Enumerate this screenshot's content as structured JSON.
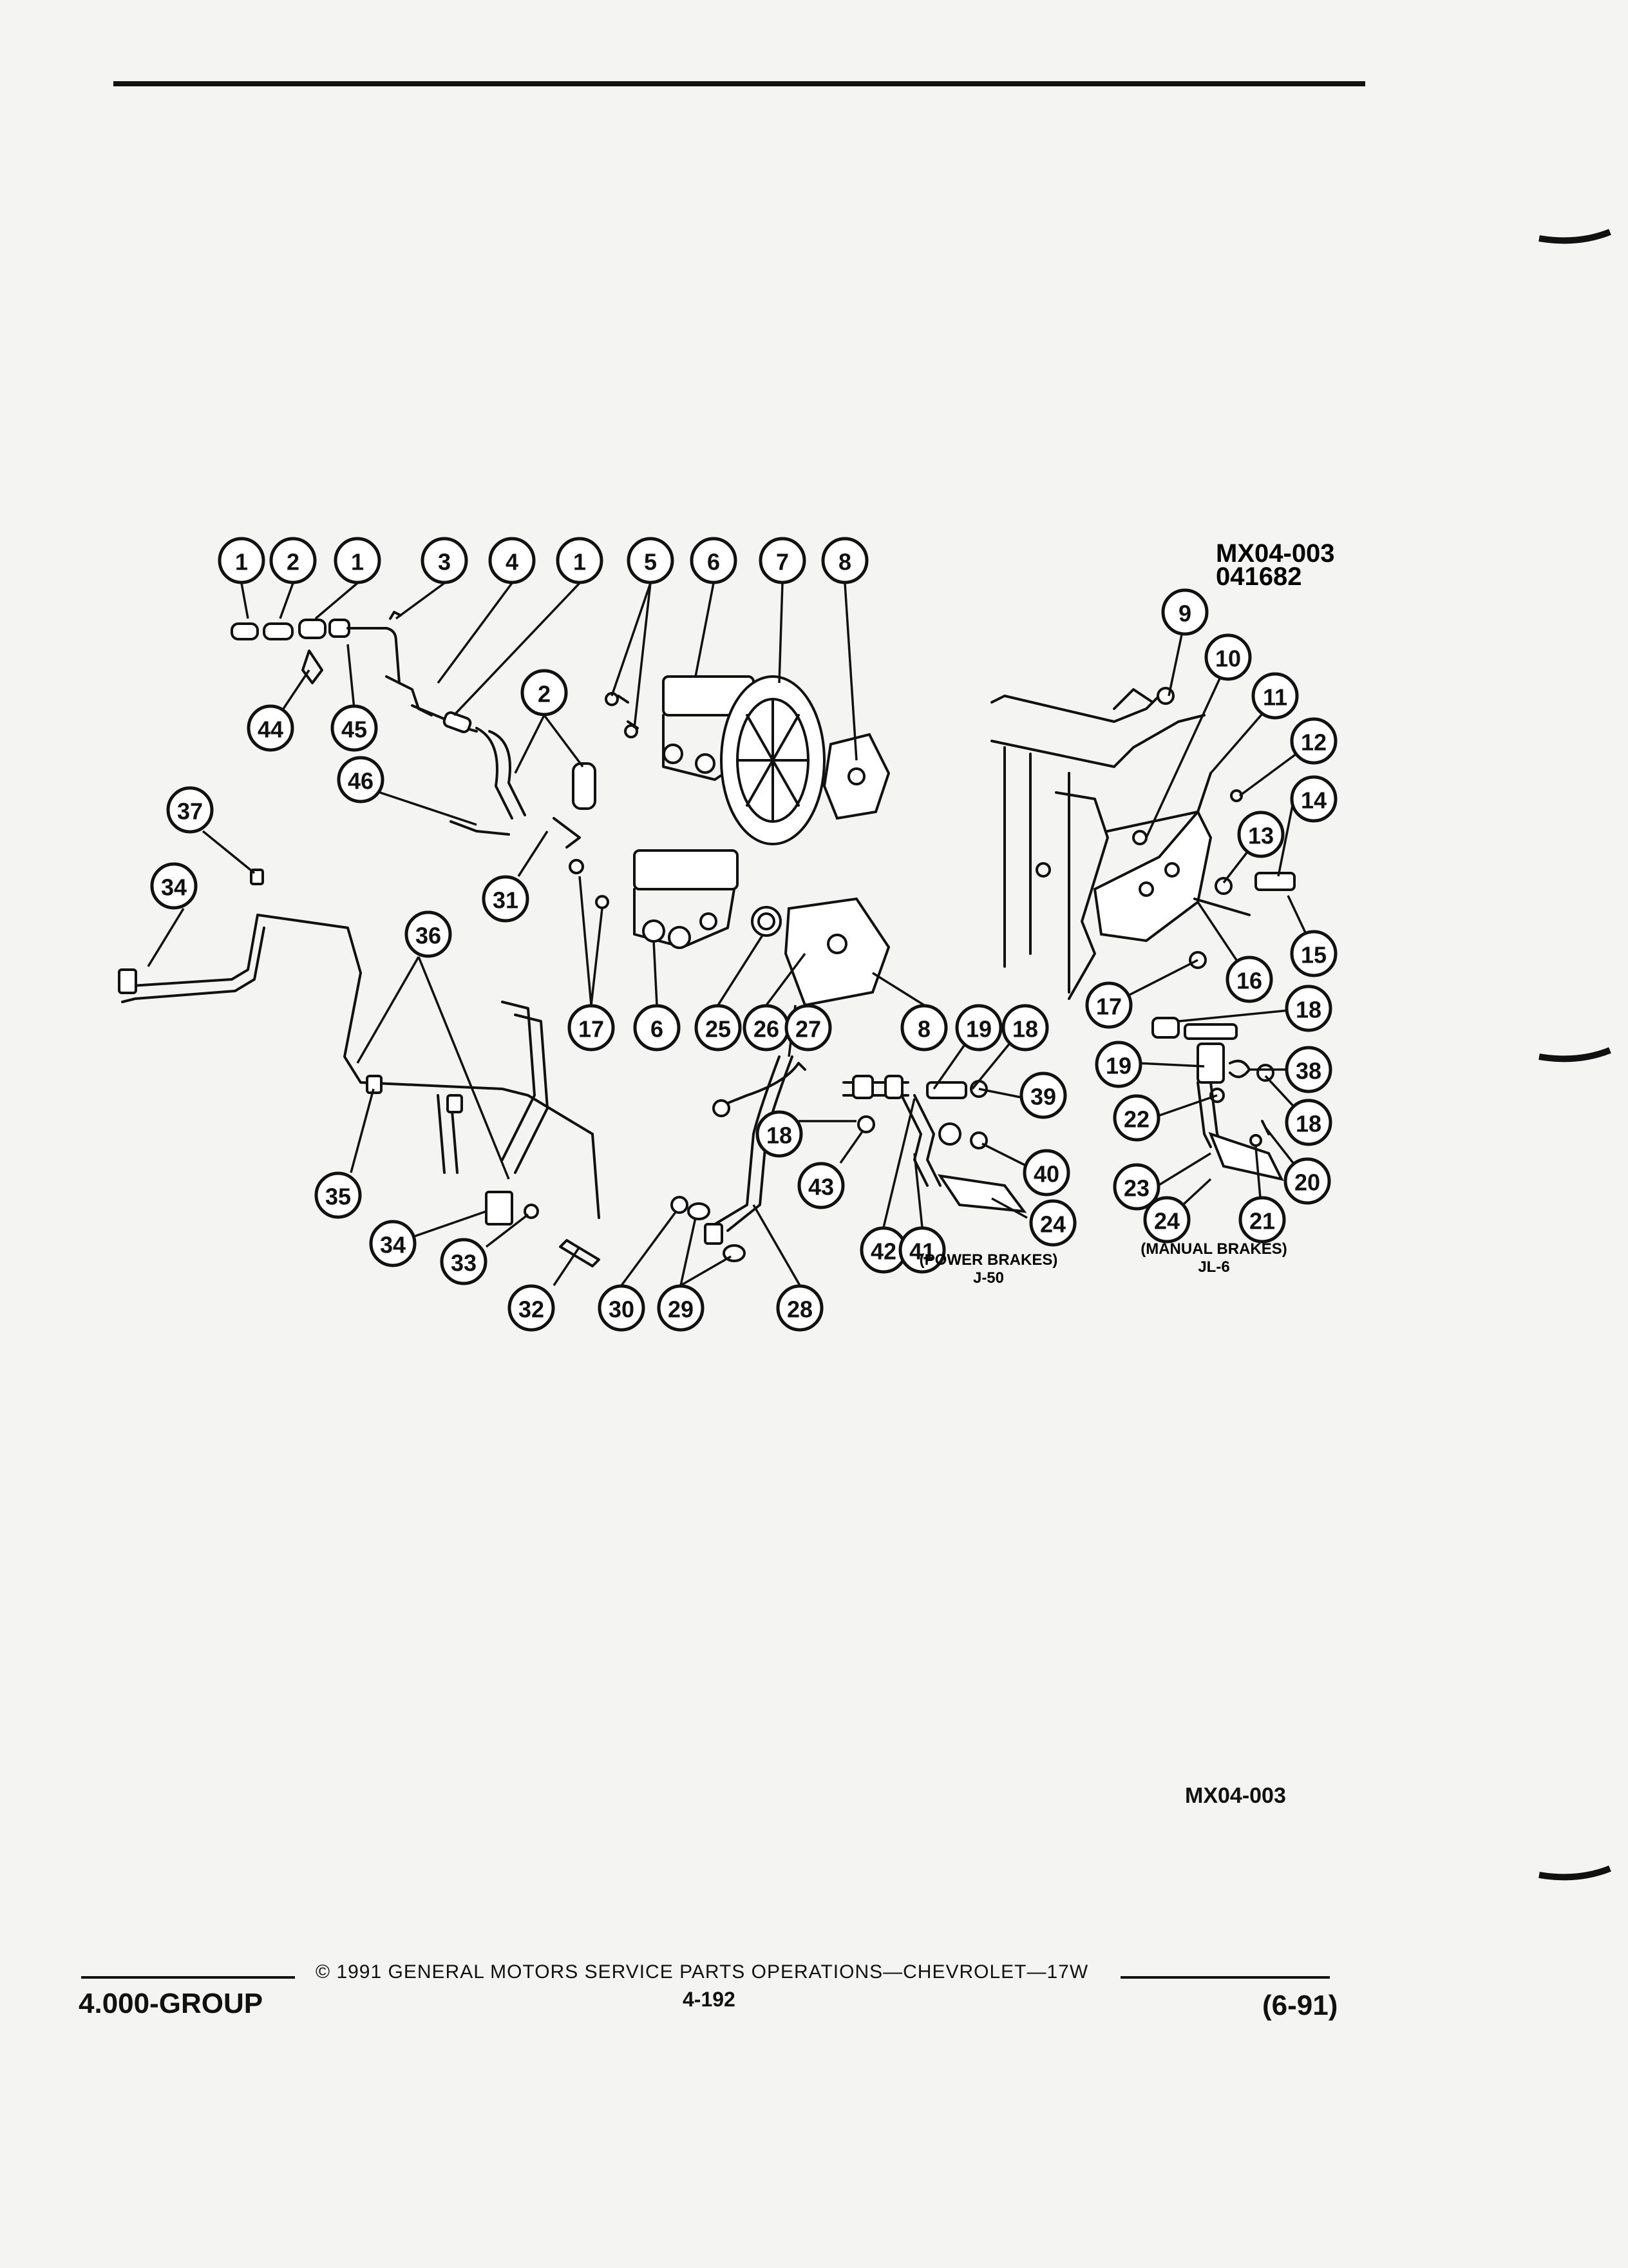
{
  "diagram": {
    "code_top": "MX04-003",
    "id_number": "041682",
    "code_bottom": "MX04-003",
    "captions": {
      "power": [
        "(POWER BRAKES)",
        "J-50"
      ],
      "manual": [
        "(MANUAL BRAKES)",
        "JL-6"
      ]
    },
    "callouts": [
      {
        "n": "1"
      },
      {
        "n": "2"
      },
      {
        "n": "1"
      },
      {
        "n": "3"
      },
      {
        "n": "4"
      },
      {
        "n": "1"
      },
      {
        "n": "5"
      },
      {
        "n": "6"
      },
      {
        "n": "7"
      },
      {
        "n": "8"
      },
      {
        "n": "44"
      },
      {
        "n": "45"
      },
      {
        "n": "2"
      },
      {
        "n": "46"
      },
      {
        "n": "37"
      },
      {
        "n": "34"
      },
      {
        "n": "31"
      },
      {
        "n": "36"
      },
      {
        "n": "17"
      },
      {
        "n": "6"
      },
      {
        "n": "25"
      },
      {
        "n": "26"
      },
      {
        "n": "27"
      },
      {
        "n": "8"
      },
      {
        "n": "19"
      },
      {
        "n": "18"
      },
      {
        "n": "35"
      },
      {
        "n": "34"
      },
      {
        "n": "33"
      },
      {
        "n": "32"
      },
      {
        "n": "30"
      },
      {
        "n": "29"
      },
      {
        "n": "28"
      },
      {
        "n": "18"
      },
      {
        "n": "43"
      },
      {
        "n": "42"
      },
      {
        "n": "41"
      },
      {
        "n": "39"
      },
      {
        "n": "40"
      },
      {
        "n": "24"
      },
      {
        "n": "9"
      },
      {
        "n": "10"
      },
      {
        "n": "11"
      },
      {
        "n": "12"
      },
      {
        "n": "14"
      },
      {
        "n": "13"
      },
      {
        "n": "15"
      },
      {
        "n": "16"
      },
      {
        "n": "17"
      },
      {
        "n": "18"
      },
      {
        "n": "19"
      },
      {
        "n": "38"
      },
      {
        "n": "22"
      },
      {
        "n": "18"
      },
      {
        "n": "23"
      },
      {
        "n": "20"
      },
      {
        "n": "24"
      },
      {
        "n": "21"
      }
    ]
  },
  "footer": {
    "group": "4.000-GROUP",
    "copyright": "© 1991 GENERAL MOTORS SERVICE PARTS OPERATIONS—CHEVROLET—17W",
    "page": "4-192",
    "date": "(6-91)"
  }
}
